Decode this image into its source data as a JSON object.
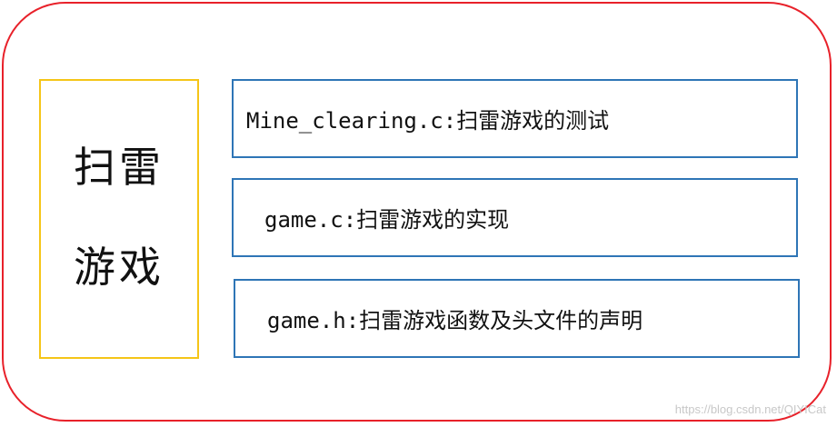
{
  "title": {
    "line1": "扫雷",
    "line2": "游戏"
  },
  "files": [
    {
      "text": "Mine_clearing.c:扫雷游戏的测试"
    },
    {
      "text": "game.c:扫雷游戏的实现"
    },
    {
      "text": "game.h:扫雷游戏函数及头文件的声明"
    }
  ],
  "watermark": "https://blog.csdn.net/QIYICat",
  "colors": {
    "outer_border": "#e8212a",
    "title_border": "#f5c518",
    "file_border": "#2e75b6"
  }
}
